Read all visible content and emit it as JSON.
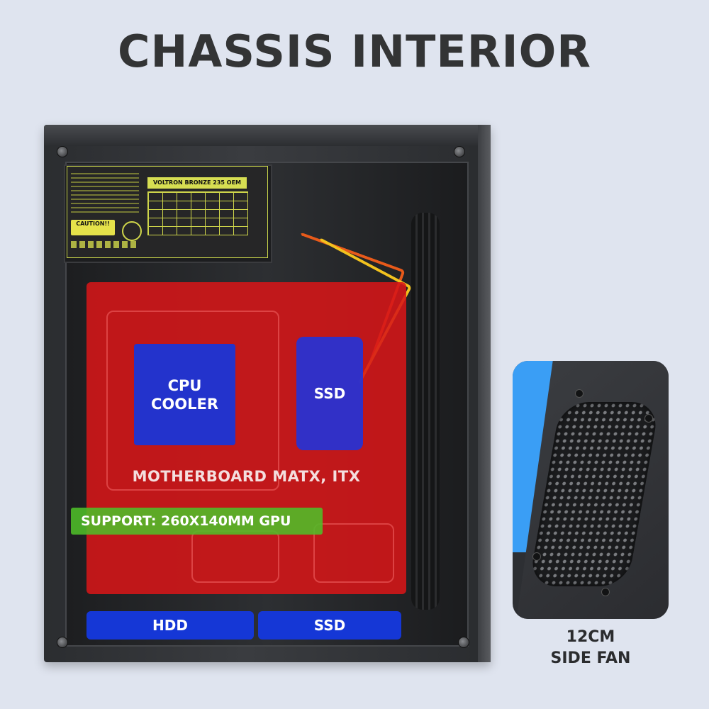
{
  "title": "CHASSIS INTERIOR",
  "psu": {
    "caution": "CAUTION!!",
    "model": "VOLTRON BRONZE 235 OEM"
  },
  "labels": {
    "cpu_cooler_line1": "CPU",
    "cpu_cooler_line2": "COOLER",
    "ssd_top": "SSD",
    "motherboard": "MOTHERBOARD MATX, ITX",
    "gpu_support": "SUPPORT: 260X140MM GPU",
    "hdd": "HDD",
    "ssd_bottom": "SSD"
  },
  "side_fan": {
    "line1": "12CM",
    "line2": "SIDE FAN"
  },
  "colors": {
    "background": "#dfe4ef",
    "motherboard_overlay": "#d61618",
    "component_blue": "#2333cc",
    "gpu_green": "#4ebe28",
    "fan_accent": "#3a9ef5"
  }
}
